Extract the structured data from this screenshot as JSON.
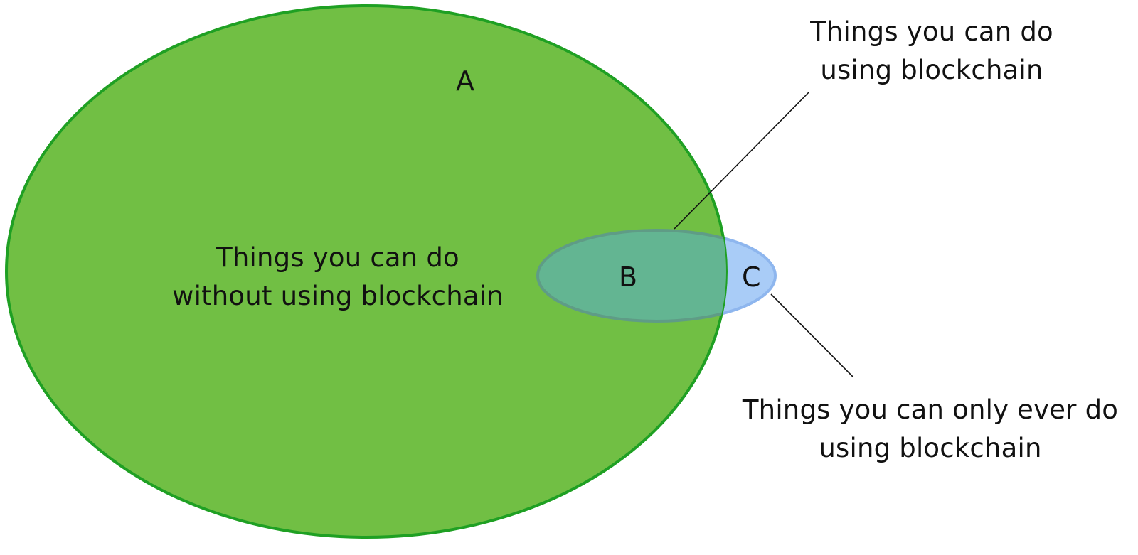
{
  "labels": {
    "region_a": "A",
    "region_b": "B",
    "region_c": "C",
    "without_blockchain": {
      "line1": "Things you can do",
      "line2": "without using blockchain"
    },
    "with_blockchain": {
      "line1": "Things you can do",
      "line2": "using blockchain"
    },
    "only_blockchain": {
      "line1": "Things you can only ever do",
      "line2": "using blockchain"
    }
  },
  "colors": {
    "set_a_fill": "#71bf44",
    "set_a_stroke": "#1fa023",
    "set_bc_fill": "#a9ccf7",
    "set_bc_stroke": "#8eb6ee",
    "overlap_b_fill": "#63b592",
    "overlap_b_stroke": "#5f9c86",
    "leader_line": "#111111",
    "text": "#111111"
  }
}
